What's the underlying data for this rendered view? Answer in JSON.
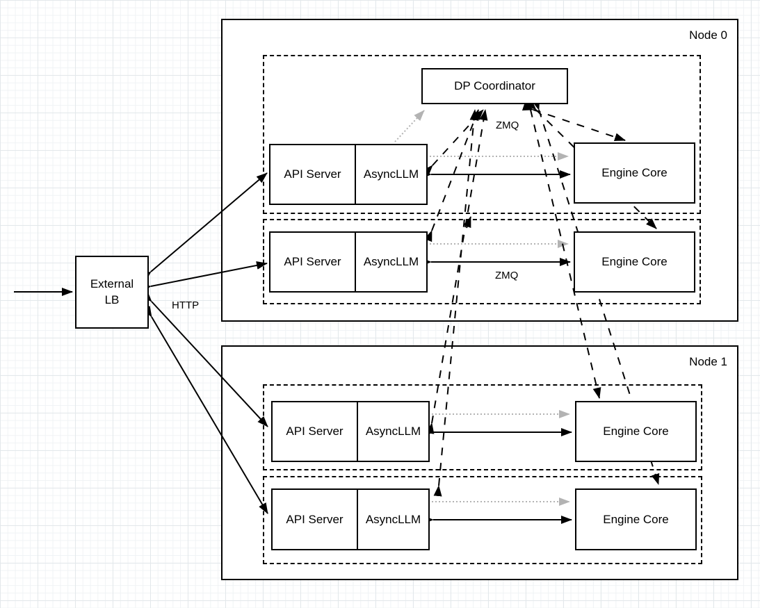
{
  "diagram": {
    "external_lb": {
      "line1": "External",
      "line2": "LB"
    },
    "dp_coordinator": {
      "label": "DP Coordinator"
    },
    "nodes": [
      {
        "label": "Node 0",
        "rows": [
          {
            "api_server": "API Server",
            "asyncllm": "AsyncLLM",
            "engine_core": "Engine Core"
          },
          {
            "api_server": "API Server",
            "asyncllm": "AsyncLLM",
            "engine_core": "Engine Core"
          }
        ]
      },
      {
        "label": "Node 1",
        "rows": [
          {
            "api_server": "API Server",
            "asyncllm": "AsyncLLM",
            "engine_core": "Engine Core"
          },
          {
            "api_server": "API Server",
            "asyncllm": "AsyncLLM",
            "engine_core": "Engine Core"
          }
        ]
      }
    ],
    "labels": {
      "http": "HTTP",
      "zmq_coordinator": "ZMQ",
      "zmq_engine": "ZMQ"
    },
    "colors": {
      "line": "#000000",
      "gray_line": "#b3b3b3",
      "box_fill": "#ffffff",
      "grid_minor": "#f0f3f5",
      "grid_major": "#e3e8eb"
    }
  }
}
